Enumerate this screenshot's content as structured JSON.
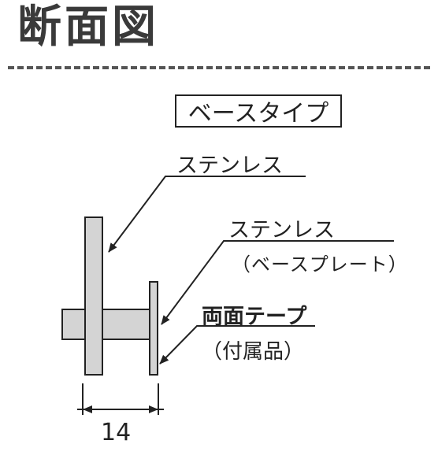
{
  "title": "断面図",
  "type_label": "ベースタイプ",
  "callouts": {
    "stainless_post": "ステンレス",
    "stainless_base": "ステンレス",
    "base_plate": "（ベースプレート）",
    "tape": "両面テープ",
    "accessory": "（付属品）"
  },
  "dimension": "14",
  "colors": {
    "part_fill": "#d4d4d4",
    "stroke": "#222222",
    "divider": "#555555"
  }
}
